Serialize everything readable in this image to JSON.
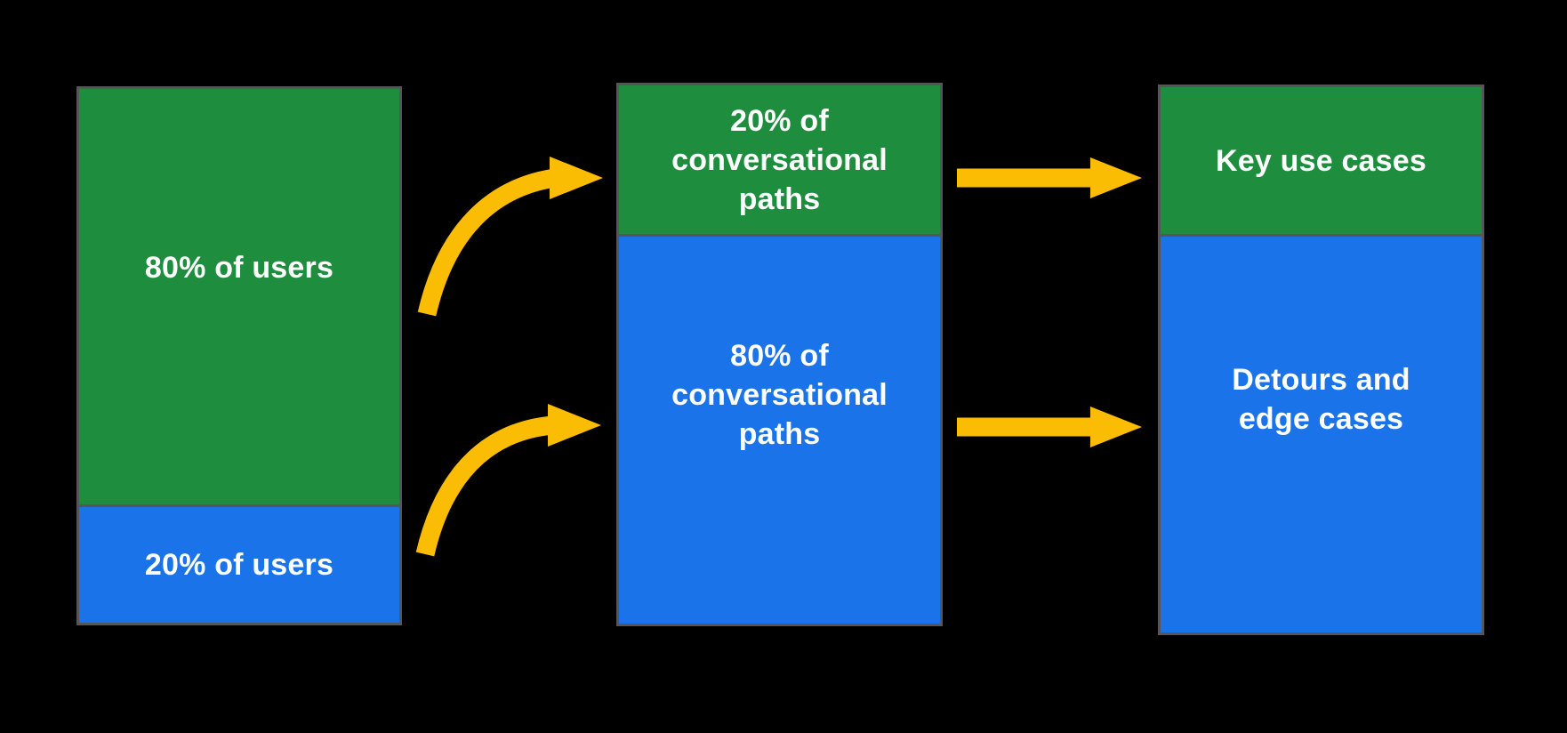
{
  "diagram": {
    "background": "#000000",
    "colors": {
      "background": "#000000",
      "green": "#1e8e3e",
      "blue": "#1a73e8",
      "arrow": "#fbbc04",
      "border": "#56565a",
      "text": "#ffffff"
    },
    "columns": [
      {
        "name": "users",
        "segments": [
          {
            "color": "green",
            "percent": 80,
            "label": "80% of users"
          },
          {
            "color": "blue",
            "percent": 20,
            "label": "20% of users"
          }
        ]
      },
      {
        "name": "conversational-paths",
        "segments": [
          {
            "color": "green",
            "percent": 20,
            "label": "20% of\nconversational\npaths"
          },
          {
            "color": "blue",
            "percent": 80,
            "label": "80% of\nconversational\npaths"
          }
        ]
      },
      {
        "name": "use-cases",
        "segments": [
          {
            "color": "green",
            "label": "Key use cases"
          },
          {
            "color": "blue",
            "label": "Detours and\nedge cases"
          }
        ]
      }
    ],
    "arrows": [
      {
        "shape": "curved",
        "from": "80% of users",
        "to": "20% of conversational paths"
      },
      {
        "shape": "curved",
        "from": "20% of users",
        "to": "80% of conversational paths"
      },
      {
        "shape": "straight",
        "from": "20% of conversational paths",
        "to": "Key use cases"
      },
      {
        "shape": "straight",
        "from": "80% of conversational paths",
        "to": "Detours and edge cases"
      }
    ]
  }
}
